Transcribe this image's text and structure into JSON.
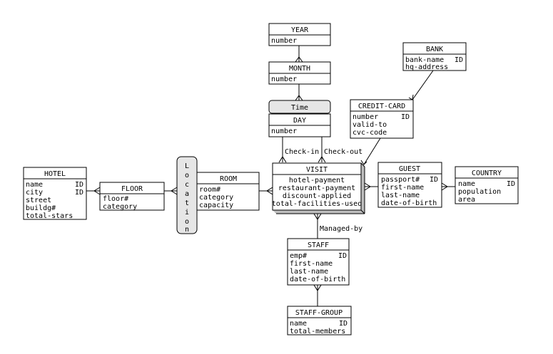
{
  "entities": {
    "year": {
      "title": "YEAR",
      "attrs": [
        {
          "name": "number",
          "key": ""
        }
      ]
    },
    "month": {
      "title": "MONTH",
      "attrs": [
        {
          "name": "number",
          "key": ""
        }
      ]
    },
    "day": {
      "title": "DAY",
      "attrs": [
        {
          "name": "number",
          "key": ""
        }
      ]
    },
    "bank": {
      "title": "BANK",
      "attrs": [
        {
          "name": "bank-name",
          "key": "ID"
        },
        {
          "name": "hq-address",
          "key": ""
        }
      ]
    },
    "credit_card": {
      "title": "CREDIT-CARD",
      "attrs": [
        {
          "name": "number",
          "key": "ID"
        },
        {
          "name": "valid-to",
          "key": ""
        },
        {
          "name": "cvc-code",
          "key": ""
        }
      ]
    },
    "hotel": {
      "title": "HOTEL",
      "attrs": [
        {
          "name": "name",
          "key": "ID"
        },
        {
          "name": "city",
          "key": "ID"
        },
        {
          "name": "street",
          "key": ""
        },
        {
          "name": "buildg#",
          "key": ""
        },
        {
          "name": "total-stars",
          "key": ""
        }
      ]
    },
    "floor": {
      "title": "FLOOR",
      "attrs": [
        {
          "name": "floor#",
          "key": ""
        },
        {
          "name": "category",
          "key": ""
        }
      ]
    },
    "room": {
      "title": "ROOM",
      "attrs": [
        {
          "name": "room#",
          "key": ""
        },
        {
          "name": "category",
          "key": ""
        },
        {
          "name": "capacity",
          "key": ""
        }
      ]
    },
    "visit": {
      "title": "VISIT",
      "attrs": [
        {
          "name": "hotel-payment",
          "key": ""
        },
        {
          "name": "restaurant-payment",
          "key": ""
        },
        {
          "name": "discount-applied",
          "key": ""
        },
        {
          "name": "total-facilities-used",
          "key": ""
        }
      ]
    },
    "guest": {
      "title": "GUEST",
      "attrs": [
        {
          "name": "passport#",
          "key": "ID"
        },
        {
          "name": "first-name",
          "key": ""
        },
        {
          "name": "last-name",
          "key": ""
        },
        {
          "name": "date-of-birth",
          "key": ""
        }
      ]
    },
    "country": {
      "title": "COUNTRY",
      "attrs": [
        {
          "name": "name",
          "key": "ID"
        },
        {
          "name": "population",
          "key": ""
        },
        {
          "name": "area",
          "key": ""
        }
      ]
    },
    "staff": {
      "title": "STAFF",
      "attrs": [
        {
          "name": "emp#",
          "key": "ID"
        },
        {
          "name": "first-name",
          "key": ""
        },
        {
          "name": "last-name",
          "key": ""
        },
        {
          "name": "date-of-birth",
          "key": ""
        }
      ]
    },
    "staff_group": {
      "title": "STAFF-GROUP",
      "attrs": [
        {
          "name": "name",
          "key": "ID"
        },
        {
          "name": "total-members",
          "key": ""
        }
      ]
    }
  },
  "groups": {
    "time": "Time",
    "location": [
      "L",
      "o",
      "c",
      "a",
      "t",
      "i",
      "o",
      "n"
    ]
  },
  "relationships": {
    "check_in": "Check-in",
    "check_out": "Check-out",
    "managed_by": "Managed-by"
  }
}
